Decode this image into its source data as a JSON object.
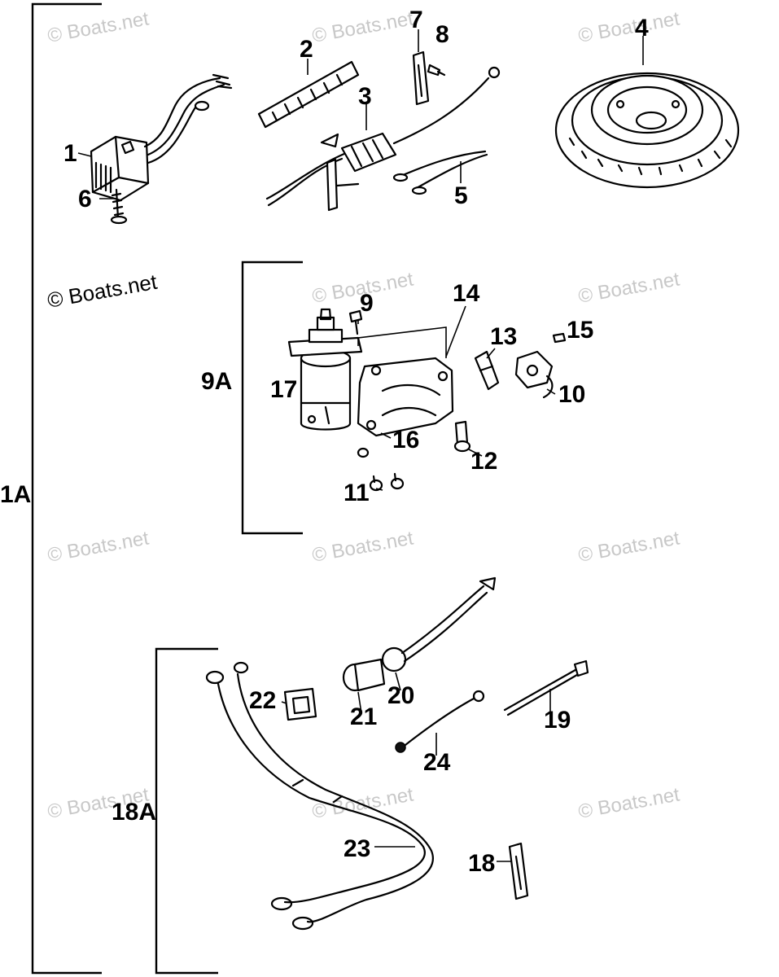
{
  "watermark": "© Boats.net",
  "group_labels": {
    "g1A": "1A",
    "g9A": "9A",
    "g18A": "18A"
  },
  "part_labels": {
    "p1": "1",
    "p2": "2",
    "p3": "3",
    "p4": "4",
    "p5": "5",
    "p6": "6",
    "p7": "7",
    "p8": "8",
    "p9": "9",
    "p10": "10",
    "p11": "11",
    "p12": "12",
    "p13": "13",
    "p14": "14",
    "p15": "15",
    "p16": "16",
    "p17": "17",
    "p18": "18",
    "p19": "19",
    "p20": "20",
    "p21": "21",
    "p22": "22",
    "p23": "23",
    "p24": "24"
  }
}
